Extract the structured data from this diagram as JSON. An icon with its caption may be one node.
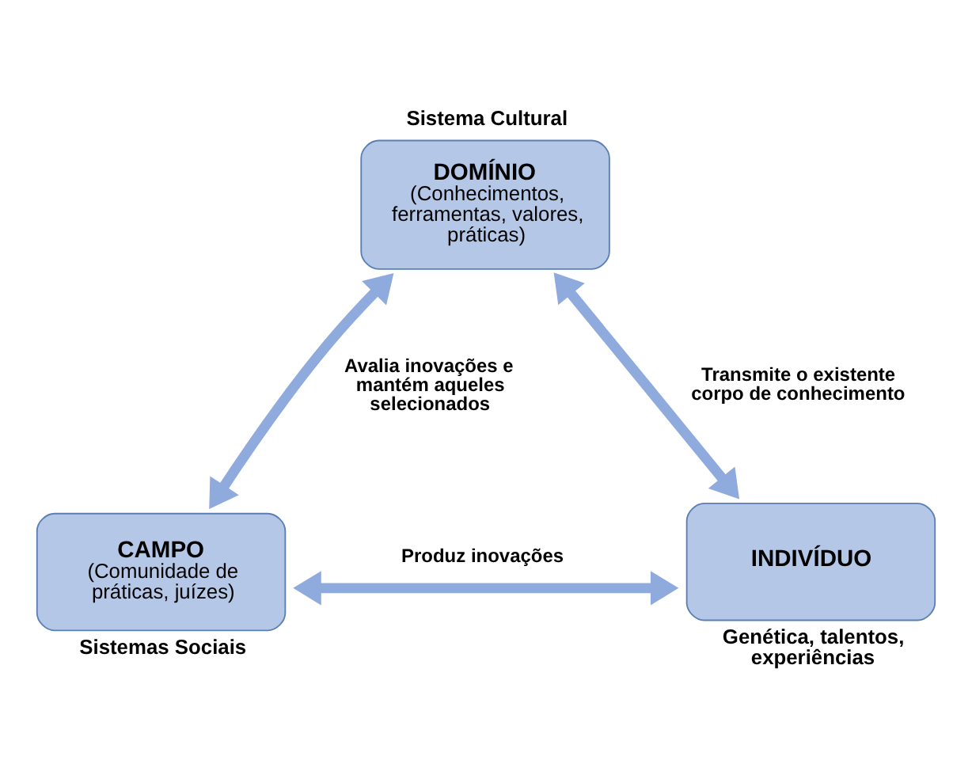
{
  "diagram": {
    "nodes": [
      {
        "text": [
          "DOMÍNIO",
          "(Conhecimentos, ferramentas, valores, práticas)"
        ],
        "beside": [
          "Sistema Cultural"
        ]
      },
      {
        "text": [
          "CAMPO",
          "(Comunidade de práticas, juízes)"
        ],
        "beside": [
          "Sistemas Sociais"
        ]
      },
      {
        "text": [
          "INDIVÍDUO"
        ],
        "beside": [
          "Genética, talentos, experiências"
        ]
      }
    ],
    "edges": [
      {
        "from": 1,
        "to": 0,
        "arrow": "both",
        "label": "Avalia inovações e mantém aqueles selecionados"
      },
      {
        "from": 0,
        "to": 2,
        "arrow": "both",
        "label": "Transmite o existente corpo de conhecimento"
      },
      {
        "from": 1,
        "to": 2,
        "arrow": "both",
        "label": "Produz inovações"
      }
    ]
  }
}
